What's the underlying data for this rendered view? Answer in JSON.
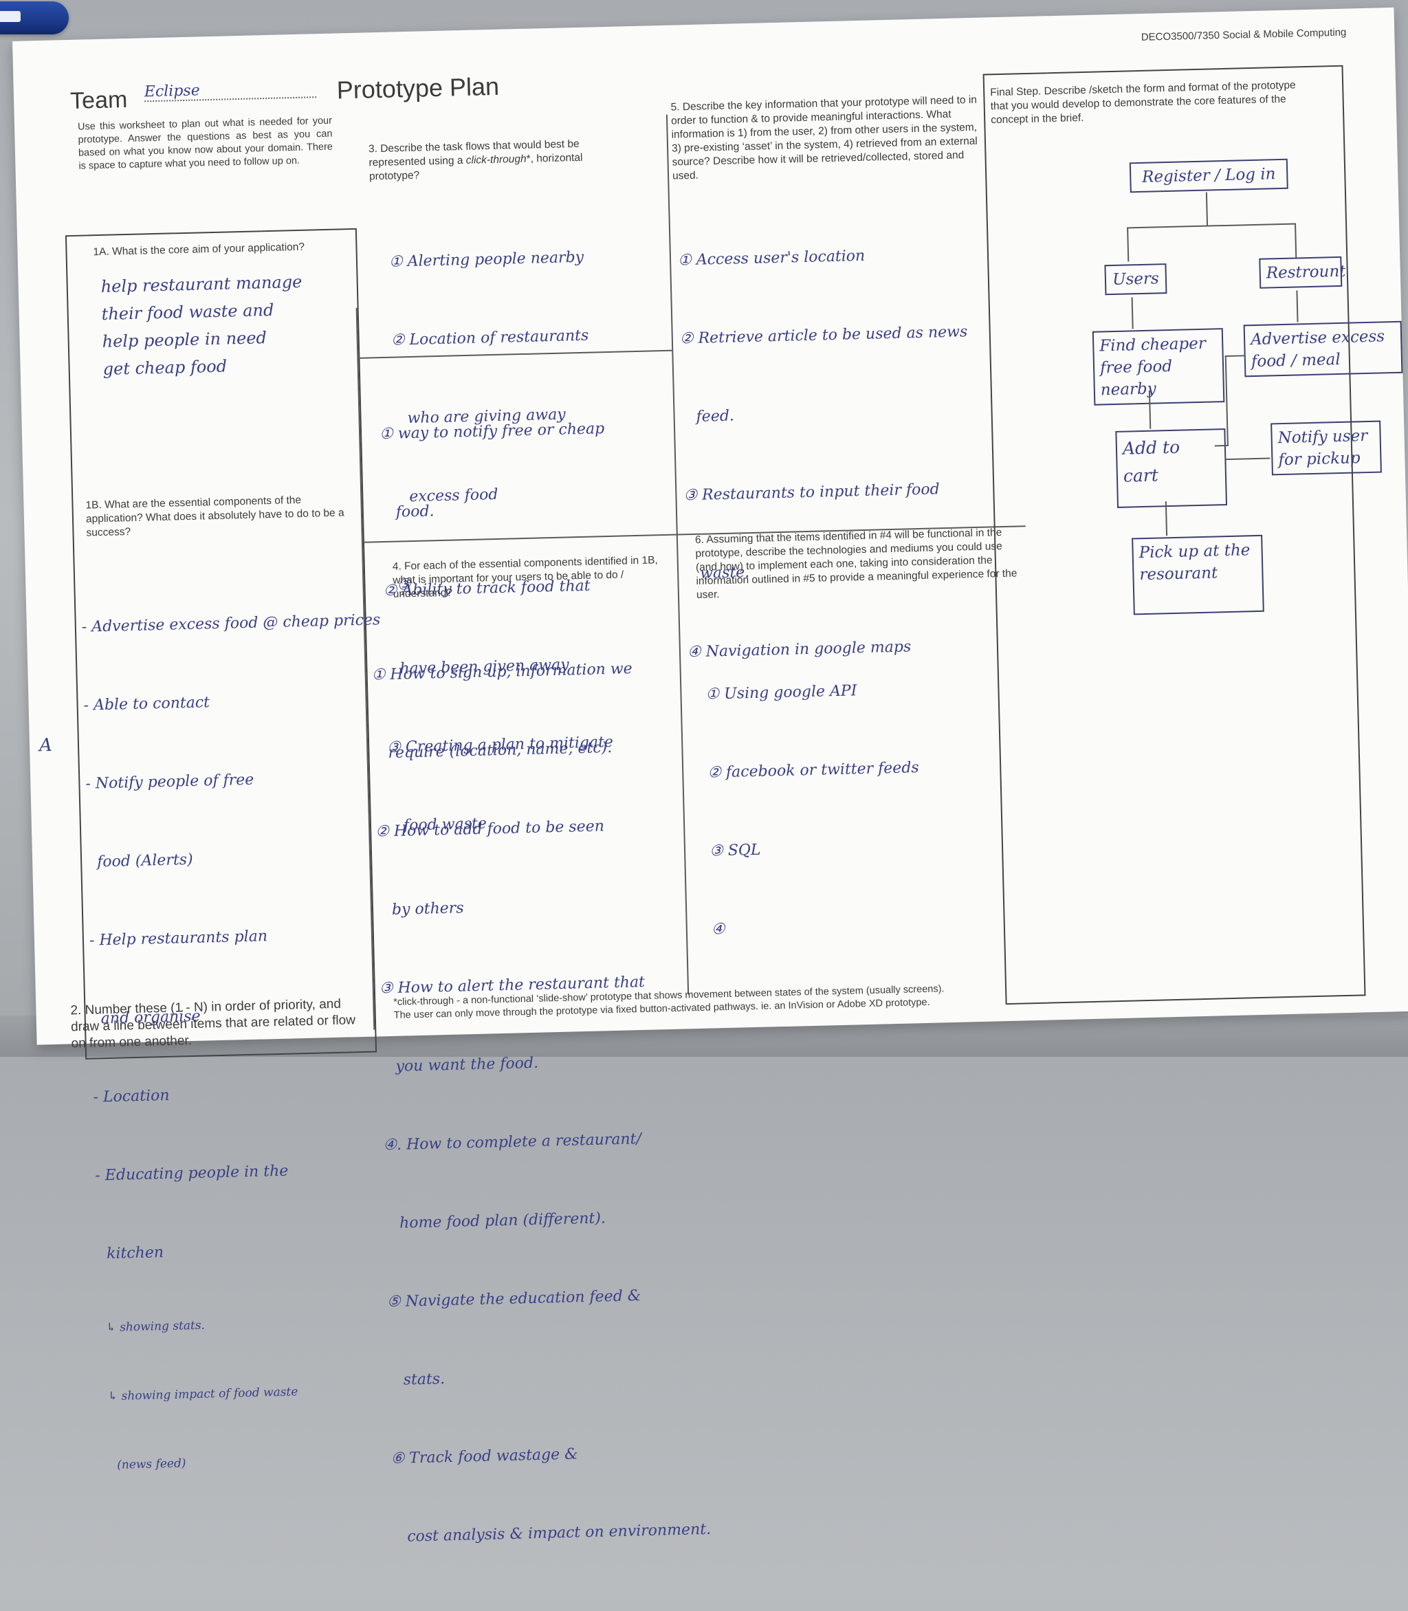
{
  "header": {
    "course": "DECO3500/7350 Social & Mobile Computing",
    "team_label": "Team",
    "team_name": "Eclipse",
    "title": "Prototype Plan",
    "intro": "Use this worksheet to plan out what is needed for your prototype. Answer the questions as best as you can based on what you know now about your domain. There is space to capture what you need to follow up on."
  },
  "q1a": {
    "question": "1A. What is the core aim of your application?",
    "answer_lines": [
      "help restaurant manage",
      "their food waste and",
      "help people in need",
      "get cheap food"
    ]
  },
  "q1b": {
    "question": "1B. What are the essential components of the application? What does it absolutely have to do to be a success?",
    "items": [
      "- Advertise excess food @ cheap prices",
      "- Able to contact",
      "- Notify people of free",
      "  food (Alerts)",
      "- Help restaurants plan",
      "  and organise",
      "- Location",
      "- Educating people in the",
      "  kitchen",
      "  ↳ showing stats.",
      "  ↳ showing impact of food waste",
      "    (news feed)"
    ],
    "margin_mark": "A"
  },
  "q2": {
    "question": "2. Number these (1 - N) in order of priority, and draw a line between items that are related or flow on from one another."
  },
  "q3": {
    "question_prefix": "3. Describe the task flows that would best be represented using a ",
    "question_em": "click-through",
    "question_suffix": "*, horizontal prototype?",
    "items": [
      "① Alerting people nearby",
      "② Location of restaurants",
      "   who are giving away",
      "   excess food",
      "③"
    ],
    "followup": [
      "① way to notify free or cheap",
      "   food.",
      "② Ability to track food that",
      "   have been given away",
      "③ Creating a plan to mitigate",
      "   food waste"
    ]
  },
  "q4": {
    "question": "4. For each of the essential components identified in 1B, what is important for your users to be able to do / understand?",
    "items": [
      "① How to sign up, information we",
      "   require (location, name, etc).",
      "② How to add food to be seen",
      "   by others",
      "③ How to alert the restaurant that",
      "   you want the food.",
      "④. How to complete a restaurant/",
      "   home food plan (different).",
      "⑤ Navigate the education feed &",
      "   stats.",
      "⑥ Track food wastage &",
      "   cost analysis & impact on environment."
    ]
  },
  "q5": {
    "question": "5. Describe the key information that your prototype will need to in order to function & to provide meaningful interactions. What information is 1) from the user, 2) from other users in the system, 3) pre-existing ‘asset’ in the system, 4) retrieved from an external source? Describe how it will be retrieved/collected, stored and used.",
    "items": [
      "① Access user's location",
      "② Retrieve article to be used as news",
      "   feed.",
      "③ Restaurants to input their food",
      "   waste.",
      "④ Navigation in google maps"
    ]
  },
  "q6": {
    "question": "6. Assuming that the items identified in #4 will be functional in the prototype, describe the technologies and mediums you could use (and how) to implement each one, taking into consideration the information outlined in #5 to provide a meaningful experience for the user.",
    "items": [
      "① Using google API",
      "② facebook or twitter feeds",
      "③ SQL",
      "④"
    ]
  },
  "final": {
    "question": "Final Step. Describe /sketch the form and format of the prototype that you would develop to demonstrate the core features of the concept in the brief.",
    "nodes": {
      "register": "Register / Log in",
      "users": "Users",
      "restaurant": "Restrount",
      "find": "Find cheaper free food nearby",
      "advertise": "Advertise excess food / meal",
      "cart": "Add to cart",
      "notify": "Notify user for pickup",
      "pickup": "Pick up at the resourant"
    }
  },
  "footnote": {
    "line1": "*click-through - a non-functional ‘slide-show’ prototype that shows movement between states of the system (usually screens).",
    "line2": "The user can only move through the prototype via fixed button-activated pathways. ie. an InVision or Adobe XD prototype."
  }
}
